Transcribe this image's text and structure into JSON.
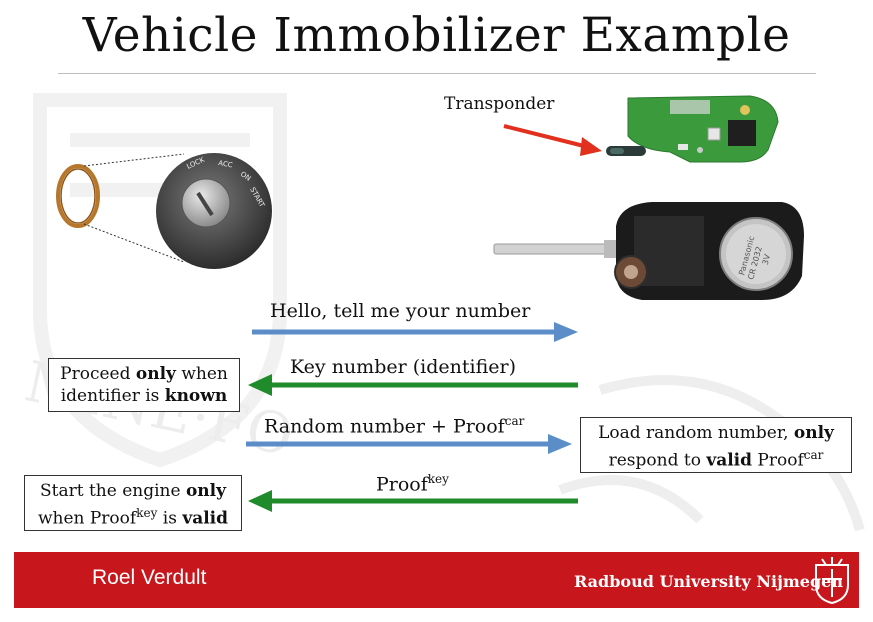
{
  "slide": {
    "title": "Vehicle Immobilizer Example",
    "transponder_label": "Transponder",
    "ignition_labels": [
      "LOCK",
      "ACC",
      "ON",
      "START"
    ],
    "battery_text": [
      "Panasonic",
      "CR 2032",
      "3V"
    ]
  },
  "messages": [
    {
      "text": "Hello, tell me your number",
      "direction": "right",
      "color": "#5b8ec8"
    },
    {
      "text": "Key number (identifier)",
      "direction": "left",
      "color": "#1f8b2a"
    },
    {
      "text": "Random number + Proof",
      "sup": "car",
      "direction": "right",
      "color": "#5b8ec8"
    },
    {
      "text": "Proof",
      "sup": "key",
      "direction": "left",
      "color": "#1f8b2a"
    }
  ],
  "boxes": {
    "proceed": {
      "pre": "Proceed ",
      "b1": "only",
      "mid": " when",
      "line2": "identifier is ",
      "b2": "known"
    },
    "start": {
      "pre": "Start the engine ",
      "b1": "only",
      "line2a": "when Proof",
      "sup": "key",
      "line2b": " is ",
      "b2": "valid"
    },
    "load": {
      "pre": "Load random number, ",
      "b1": "only",
      "line2a": "respond to ",
      "b2": "valid",
      "line2b": " Proof",
      "sup": "car"
    }
  },
  "footer": {
    "presenter": "Roel Verdult",
    "university": "Radboud University Nijmegen",
    "color": "#c8161d"
  },
  "watermark_text": "MINE·FO"
}
